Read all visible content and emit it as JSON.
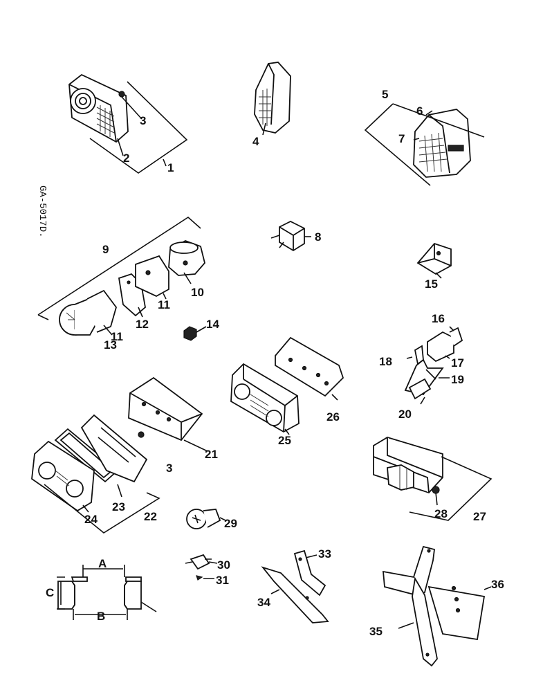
{
  "drawing_ref": "GA-5017D.",
  "callouts": [
    "1",
    "2",
    "3",
    "4",
    "5",
    "6",
    "7",
    "8",
    "9",
    "10",
    "11",
    "12",
    "13",
    "14",
    "15",
    "16",
    "17",
    "18",
    "19",
    "20",
    "21",
    "22",
    "23",
    "24",
    "25",
    "26",
    "27",
    "28",
    "29",
    "30",
    "31",
    "33",
    "34",
    "35",
    "36"
  ],
  "callout_11b": "11",
  "callout_3b": "3",
  "dimension_labels": {
    "a": "A",
    "b": "B",
    "c": "C"
  }
}
